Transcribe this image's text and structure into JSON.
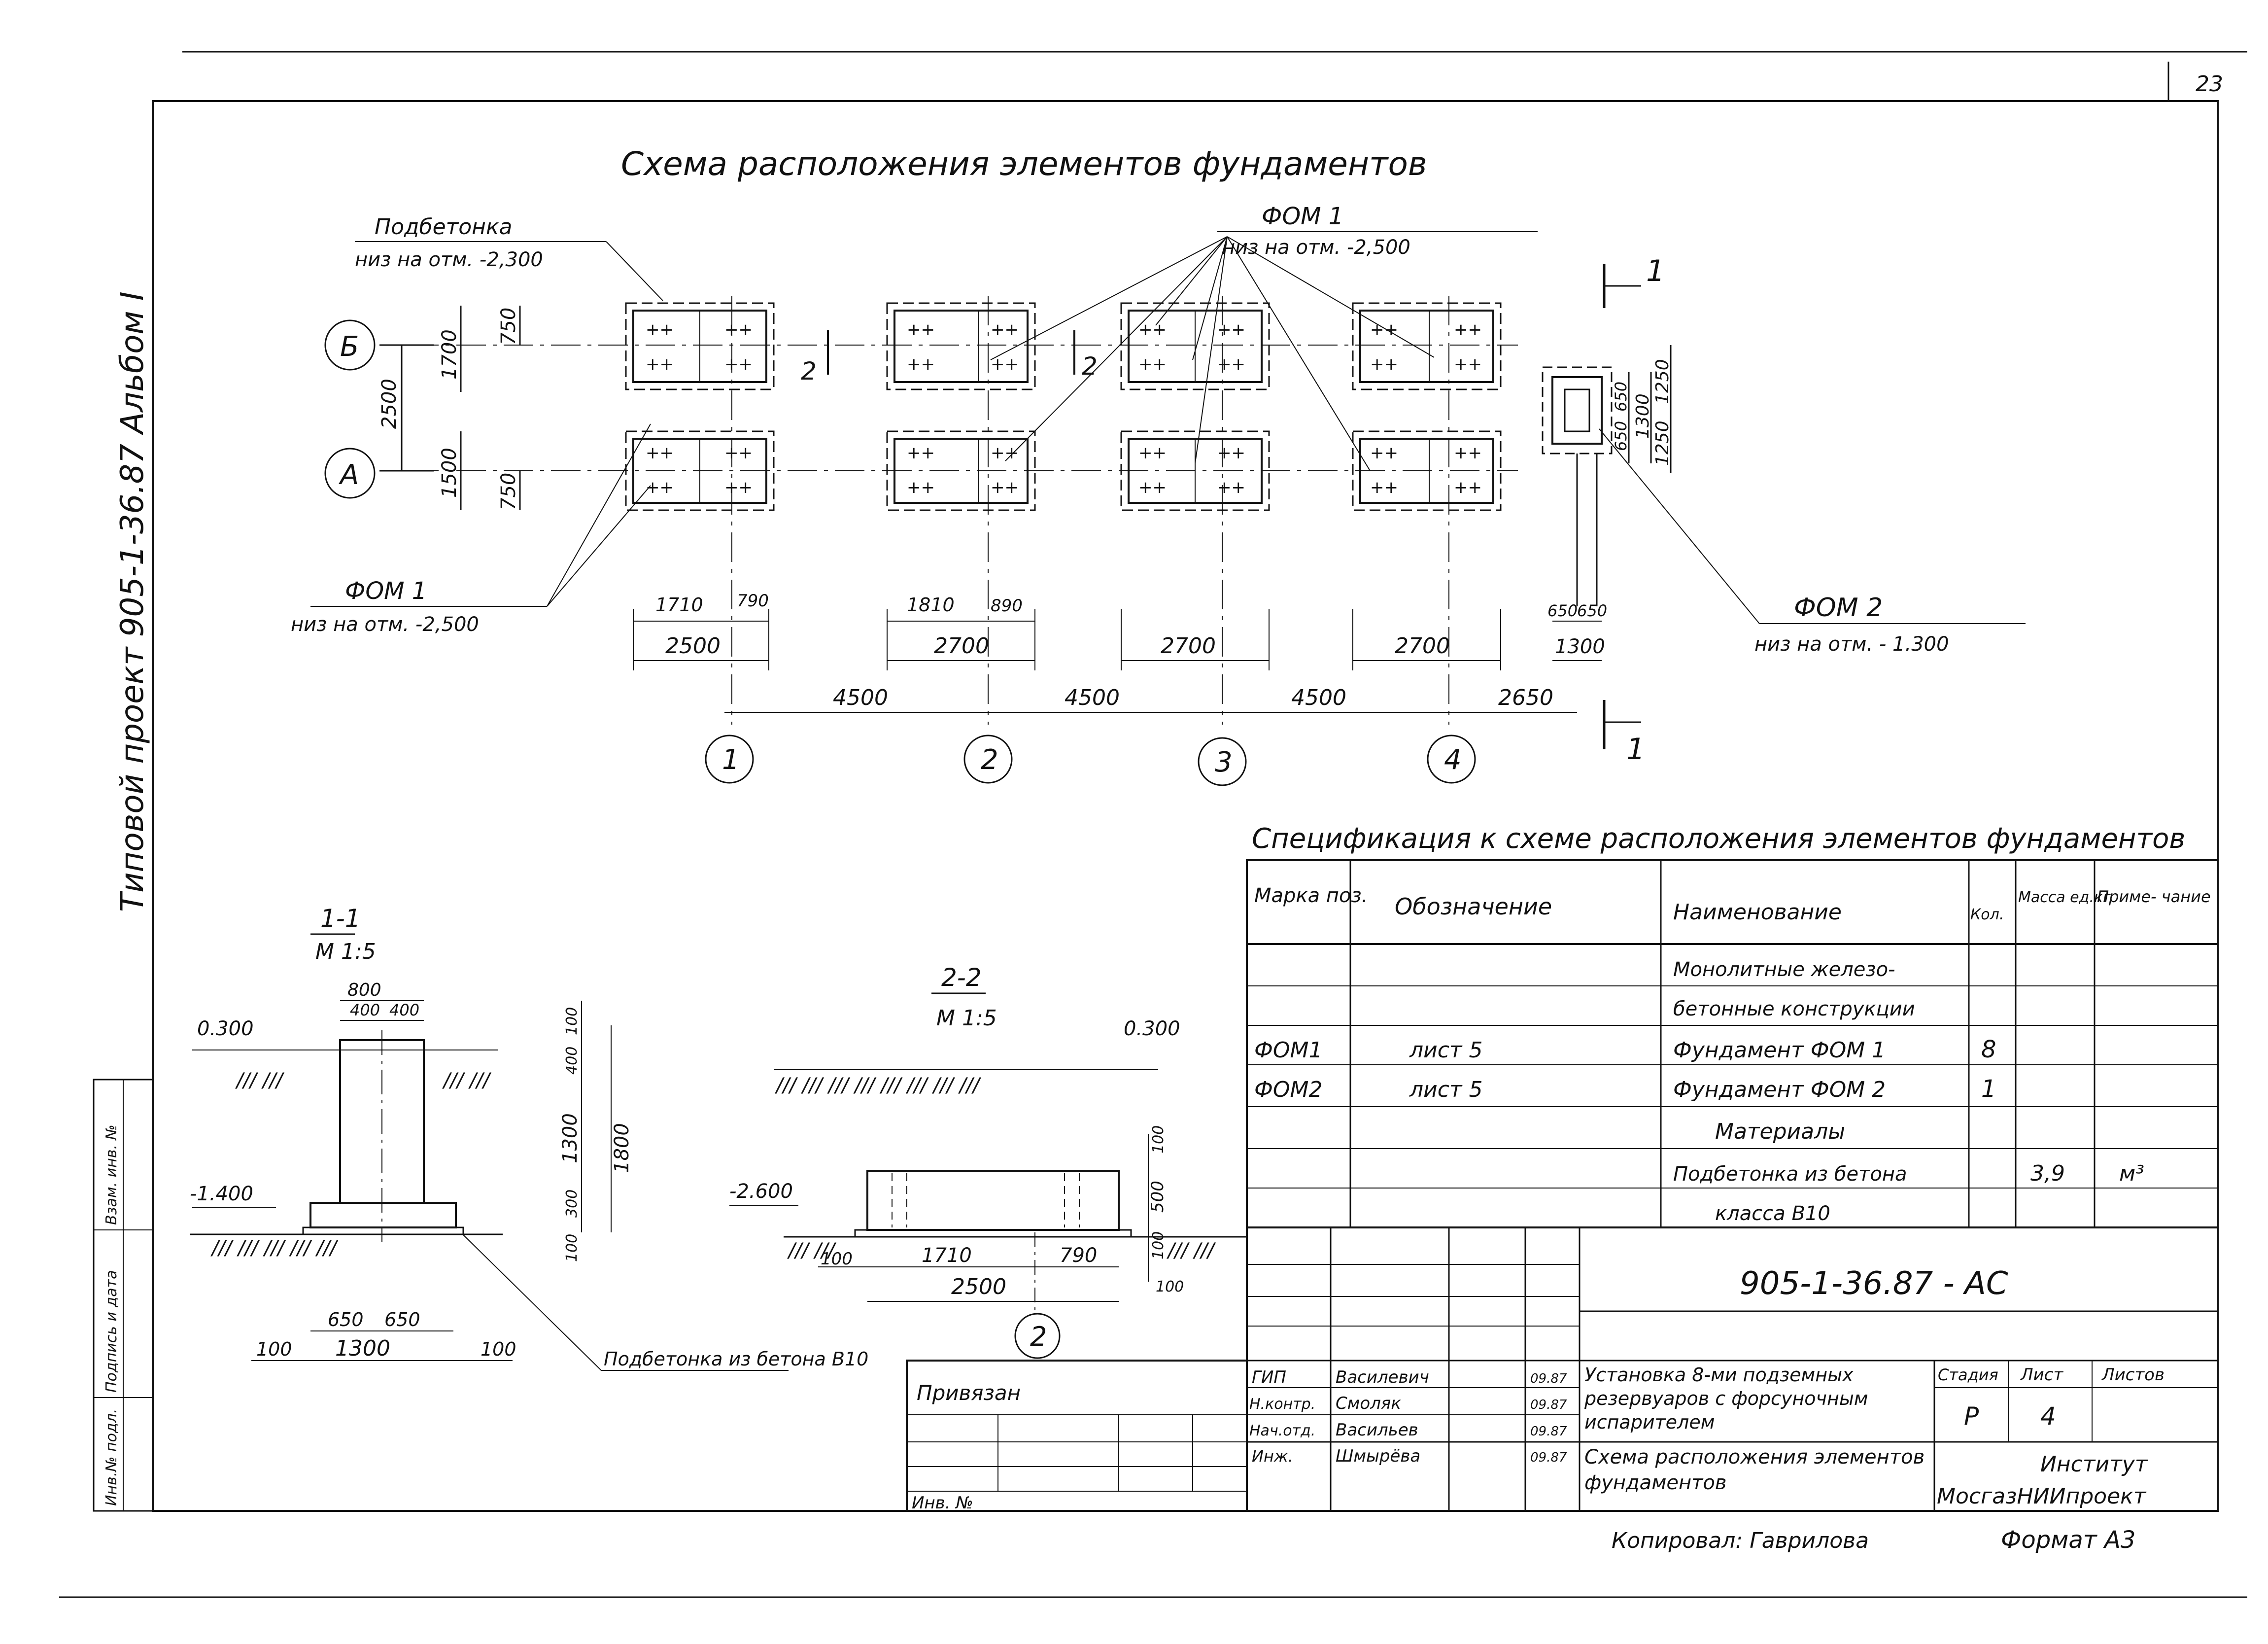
{
  "page_number": "23",
  "side_label": "Типовой проект 905-1-36.87 Альбом I",
  "plan": {
    "title": "Схема расположения элементов фундаментов",
    "podbetonka": {
      "label": "Подбетонка",
      "level": "низ на отм. -2,300"
    },
    "fom1_top": {
      "label": "ФОМ 1",
      "level": "низ на отм. -2,500"
    },
    "fom1_bottom": {
      "label": "ФОМ 1",
      "level": "низ на отм. -2,500"
    },
    "fom2": {
      "label": "ФОМ 2",
      "level": "низ на отм. - 1.300"
    },
    "axis_rows": [
      "Б",
      "А"
    ],
    "axis_cols": [
      "1",
      "2",
      "3",
      "4"
    ],
    "row_spacing": "2500",
    "dim_1700": "1700",
    "dim_750a": "750",
    "dim_1500": "1500",
    "dim_750b": "750",
    "section_mark_1": "1",
    "section_mark_2": "2",
    "spans": [
      "4500",
      "4500",
      "4500",
      "2650"
    ],
    "found_dims": [
      {
        "a": "1710",
        "b": "790",
        "total": "2500"
      },
      {
        "a": "1810",
        "b": "890",
        "total": "2700"
      },
      {
        "total": "2700"
      },
      {
        "total": "2700"
      }
    ],
    "fom2_dims": {
      "a": "650",
      "b": "650",
      "total": "1300",
      "v1": "650",
      "v2": "650",
      "v3": "1300",
      "h1": "1250",
      "h2": "1250"
    }
  },
  "section_1_1": {
    "title": "1-1",
    "scale": "М 1:5",
    "width_top": "800",
    "half_a": "400",
    "half_b": "400",
    "level_top": "0.300",
    "level_bottom": "-1.400",
    "heights": [
      "100",
      "400",
      "1300",
      "300",
      "100"
    ],
    "total_height": "1800",
    "base_a": "650",
    "base_b": "650",
    "base_total": "1300",
    "edge_l": "100",
    "edge_r": "100",
    "podbetonka_note": "Подбетонка из бетона В10"
  },
  "section_2_2": {
    "title": "2-2",
    "scale": "М 1:5",
    "level_top": "0.300",
    "level_bottom": "-2.600",
    "heights": [
      "100",
      "500",
      "100",
      "100"
    ],
    "len_a": "1710",
    "len_b": "790",
    "len_total": "2500",
    "edge": "100",
    "axis": "2"
  },
  "spec": {
    "title": "Спецификация к схеме расположения элементов фундаментов",
    "headers": [
      "Марка поз.",
      "Обозначение",
      "Наименование",
      "Кол.",
      "Масса ед.кг",
      "Приме- чание"
    ],
    "rows": [
      [
        "",
        "",
        "Монолитные железо-",
        "",
        "",
        ""
      ],
      [
        "",
        "",
        "бетонные конструкции",
        "",
        "",
        ""
      ],
      [
        "ФОМ1",
        "лист 5",
        "Фундамент ФОМ 1",
        "8",
        "",
        ""
      ],
      [
        "ФОМ2",
        "лист 5",
        "Фундамент ФОМ 2",
        "1",
        "",
        ""
      ],
      [
        "",
        "",
        "Материалы",
        "",
        "",
        ""
      ],
      [
        "",
        "",
        "Подбетонка из бетона",
        "",
        "3,9",
        "м³"
      ],
      [
        "",
        "",
        "класса В10",
        "",
        "",
        ""
      ]
    ]
  },
  "stamp": {
    "code": "905-1-36.87 - АС",
    "project": "Установка 8-ми подземных резервуаров с форсуночным испарителем",
    "sheet_title": "Схема расположения элементов фундаментов",
    "roles": [
      {
        "role": "ГИП",
        "name": "Василевич",
        "date": "09.87"
      },
      {
        "role": "Н.контр.",
        "name": "Смоляк",
        "date": "09.87"
      },
      {
        "role": "Нач.отд.",
        "name": "Васильев",
        "date": "09.87"
      },
      {
        "role": "Инж.",
        "name": "Шмырёва",
        "date": "09.87"
      }
    ],
    "headers": [
      "Стадия",
      "Лист",
      "Листов"
    ],
    "stage": "Р",
    "sheet": "4",
    "sheets": "",
    "org_line1": "Институт",
    "org_line2": "МосгазНИИпроект",
    "privyazan": "Привязан",
    "inv_no": "Инв. №",
    "copied": "Копировал: Гаврилова",
    "format": "Формат А3"
  },
  "left_stamp": [
    "Инв.№ подл.",
    "Подпись и дата",
    "Взам. инв. №"
  ]
}
